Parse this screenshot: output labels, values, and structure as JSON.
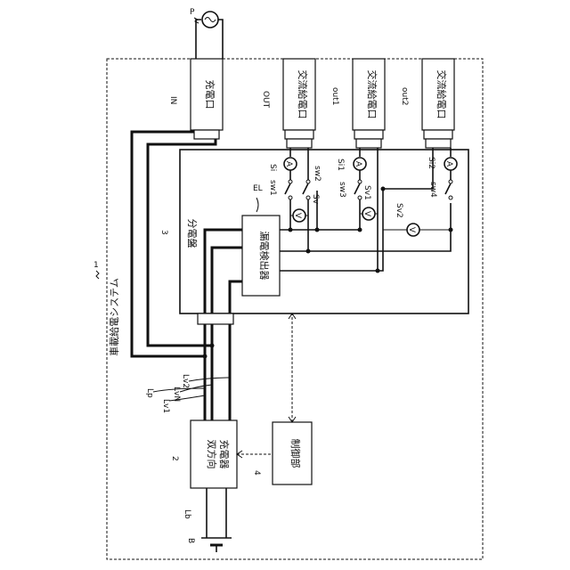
{
  "labels": {
    "system": "車載給電システム",
    "system_ref": "1",
    "distribution_board": "分電盤",
    "distribution_ref": "3",
    "charge_port": "充電口",
    "charge_ref": "IN",
    "ac_outlet": "交流給電口",
    "out_ref": "OUT",
    "out1_ref": "out1",
    "out2_ref": "out2",
    "leak_detector": "漏電検出器",
    "leak_ref": "EL",
    "charger_line1": "双方向",
    "charger_line2": "充電器",
    "charger_ref": "2",
    "controller": "制御部",
    "controller_ref": "4",
    "power_source": "P",
    "battery": "B",
    "battery_line": "Lb",
    "lp": "Lp",
    "lv1": "Lv1",
    "lvn": "LvN",
    "lv2": "Lv2",
    "sw1": "sw1",
    "sw2": "sw2",
    "sw3": "sw3",
    "sw4": "sw4",
    "si": "Si",
    "si1": "Si1",
    "si2": "Si2",
    "sv": "Sv",
    "sv1": "Sv1",
    "sv2": "Sv2",
    "ammeter": "A",
    "voltmeter": "V"
  }
}
